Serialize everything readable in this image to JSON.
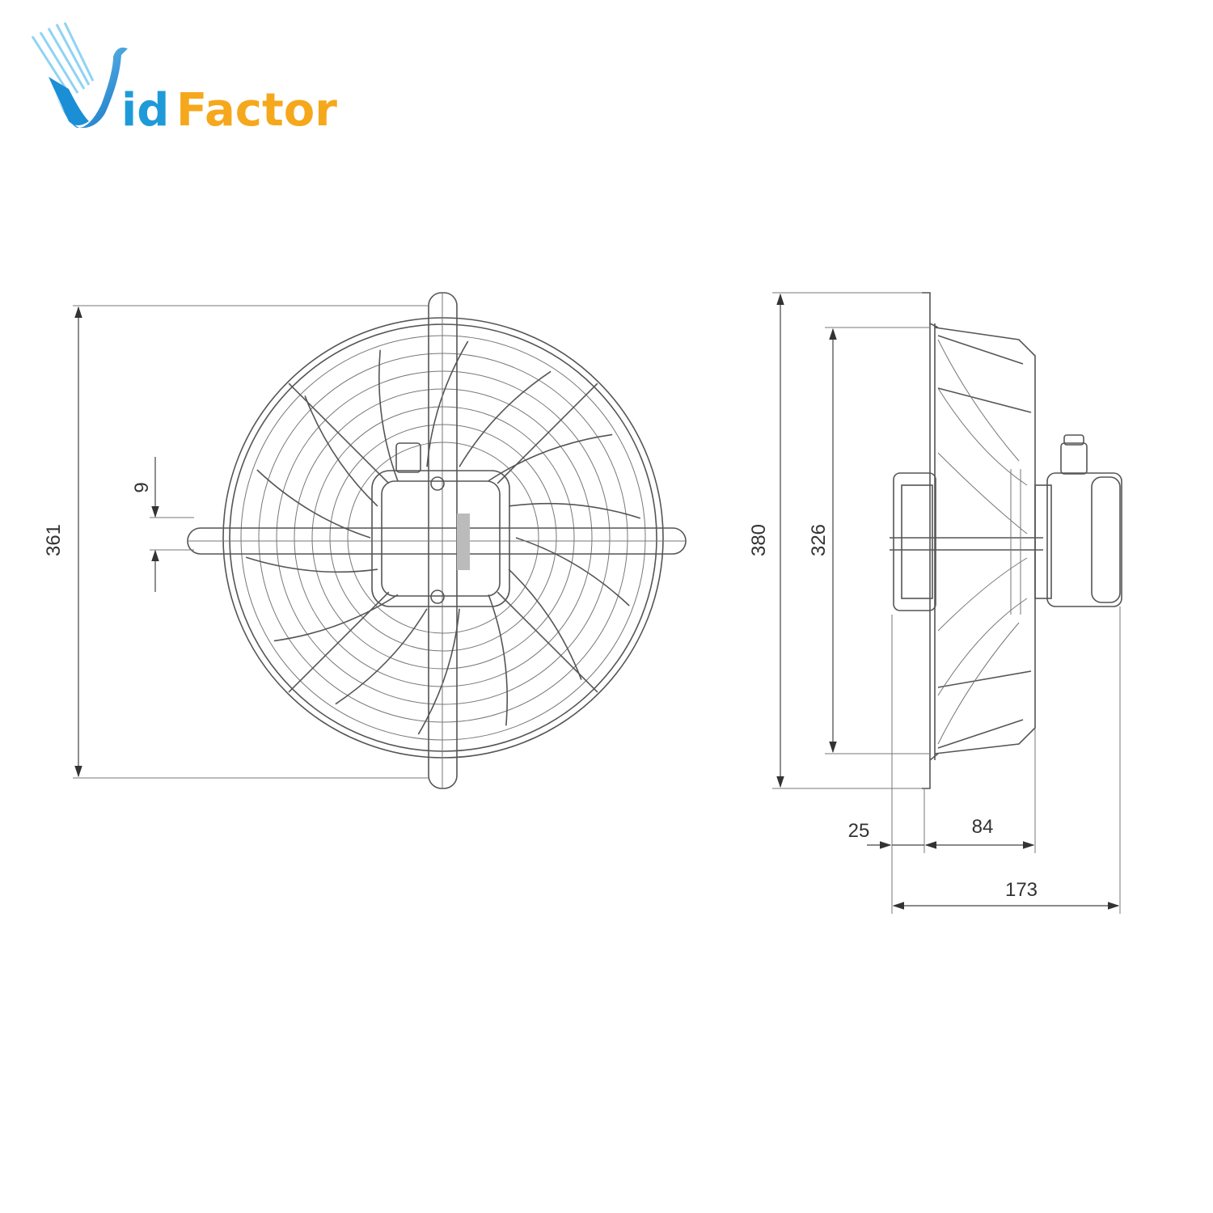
{
  "logo": {
    "text": "VidFactor",
    "part_blue": "id",
    "part_orange": "Factor",
    "color_blue": "#1e9ad9",
    "color_orange": "#f5a81c"
  },
  "dimensions": {
    "overall_height_front": "361",
    "bracket_width": "9",
    "overall_height_side": "380",
    "guard_height": "326",
    "motor_offset": "25",
    "guard_depth": "84",
    "overall_depth": "173"
  }
}
